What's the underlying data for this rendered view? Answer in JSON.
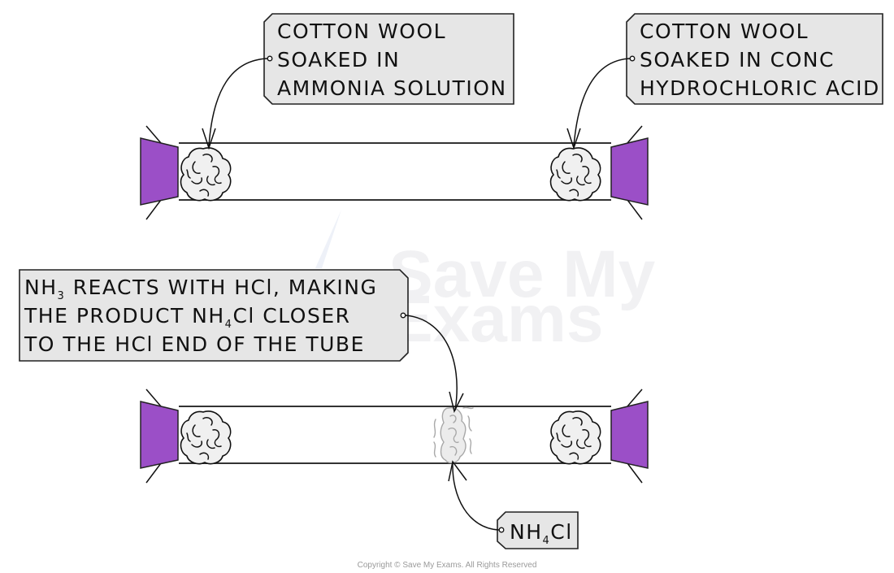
{
  "colors": {
    "bung": "#9b4fc7",
    "tag_fill": "#e6e6e6",
    "outline": "#222222",
    "cotton": "#f0f0f0",
    "product_cloud": "#a8a8a8"
  },
  "labels": {
    "ammonia": {
      "line1": "COTTON WOOL",
      "line2": "SOAKED IN",
      "line3": "AMMONIA SOLUTION"
    },
    "hcl": {
      "line1": "COTTON WOOL",
      "line2": "SOAKED IN CONC",
      "line3": "HYDROCHLORIC ACID"
    },
    "reaction": {
      "line1_main": "NH",
      "line1_sub": "3",
      "line1_rest": " REACTS WITH HCl, MAKING",
      "line2_pre": "THE PRODUCT NH",
      "line2_sub": "4",
      "line2_post": "Cl CLOSER",
      "line3": "TO THE HCl END OF THE TUBE"
    },
    "product": {
      "main": "NH",
      "sub": "4",
      "post": "Cl"
    }
  },
  "watermark": {
    "line1": "Save My",
    "line2": "Exams"
  },
  "copyright": "Copyright © Save My Exams. All Rights Reserved"
}
